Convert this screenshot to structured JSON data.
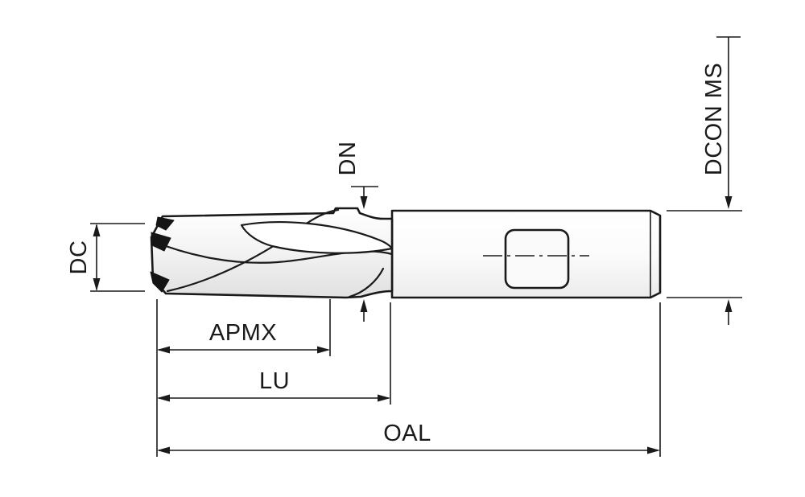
{
  "diagram": {
    "labels": {
      "dc": "DC",
      "dn": "DN",
      "dcon": "DCON MS",
      "apmx": "APMX",
      "lu": "LU",
      "oal": "OAL"
    },
    "colors": {
      "line": "#1a1a1a",
      "background": "#ffffff"
    }
  }
}
